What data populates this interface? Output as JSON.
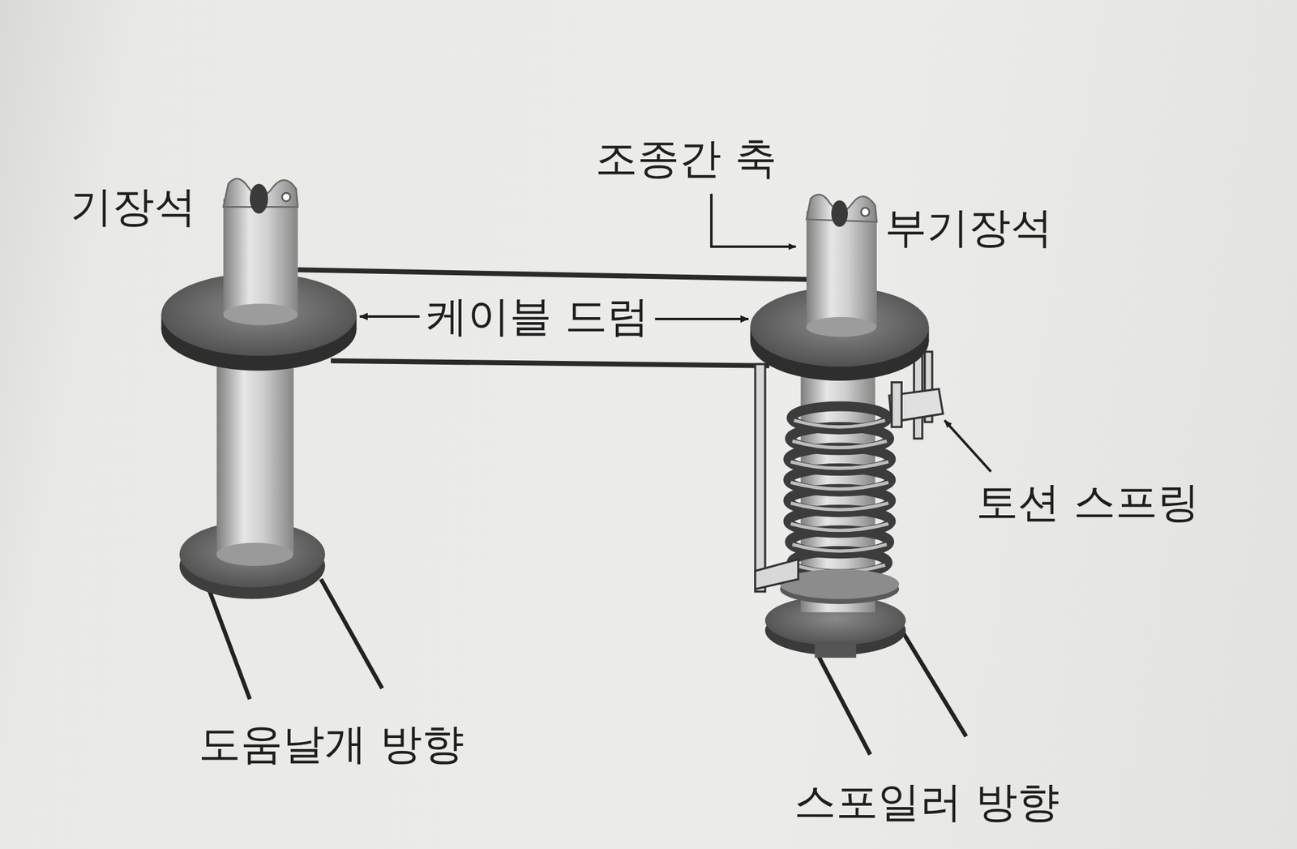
{
  "diagram": {
    "labels": [
      "조종간 축",
      "기장석",
      "부기장석",
      "케이블 드럼",
      "토션 스프링",
      "도움날개 방향",
      "스포일러 방향"
    ]
  }
}
